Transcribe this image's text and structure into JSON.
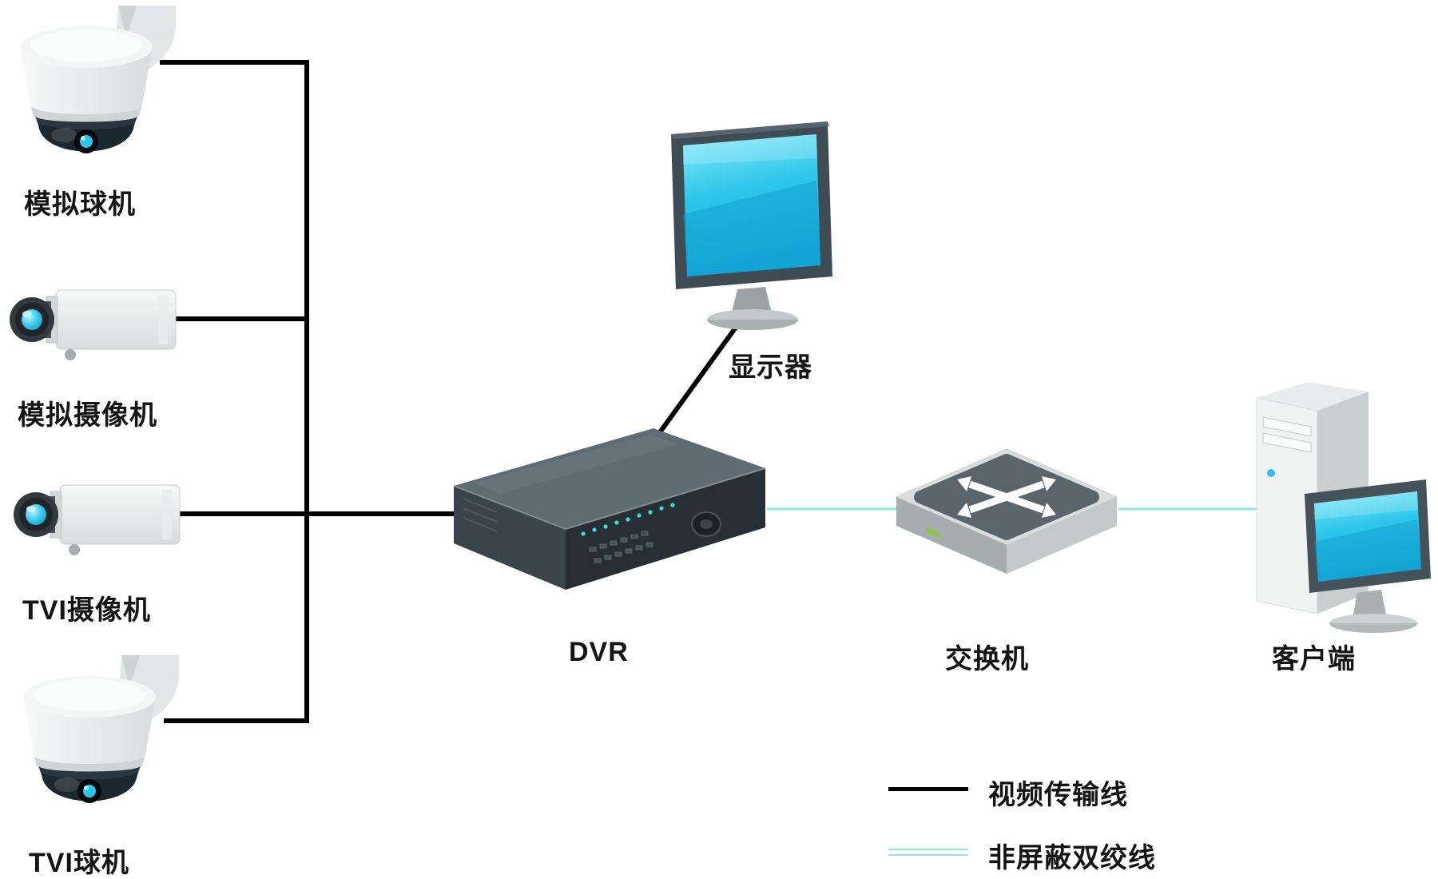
{
  "diagram": {
    "nodes": {
      "analog_dome": {
        "label": "模拟球机",
        "type": "dome-camera"
      },
      "analog_box": {
        "label": "模拟摄像机",
        "type": "box-camera"
      },
      "tvi_box": {
        "label": "TVI摄像机",
        "type": "box-camera"
      },
      "tvi_dome": {
        "label": "TVI球机",
        "type": "dome-camera"
      },
      "monitor": {
        "label": "显示器",
        "type": "monitor"
      },
      "dvr": {
        "label": "DVR",
        "type": "dvr"
      },
      "switch": {
        "label": "交换机",
        "type": "network-switch"
      },
      "client": {
        "label": "客户端",
        "type": "pc"
      }
    },
    "edges": [
      {
        "from": "analog_dome",
        "to": "dvr",
        "line": "video"
      },
      {
        "from": "analog_box",
        "to": "dvr",
        "line": "video"
      },
      {
        "from": "tvi_box",
        "to": "dvr",
        "line": "video"
      },
      {
        "from": "tvi_dome",
        "to": "dvr",
        "line": "video"
      },
      {
        "from": "dvr",
        "to": "monitor",
        "line": "video"
      },
      {
        "from": "dvr",
        "to": "switch",
        "line": "utp"
      },
      {
        "from": "switch",
        "to": "client",
        "line": "utp"
      }
    ],
    "legend": [
      {
        "key": "video",
        "label": "视频传输线",
        "color": "#000000",
        "style": "solid-thick"
      },
      {
        "key": "utp",
        "label": "非屏蔽双绞线",
        "color": "#8fe8df",
        "style": "double-thin"
      }
    ],
    "colors": {
      "video_line": "#000000",
      "utp_line": "#8fe8df",
      "screen_cyan": "#2ec6ea",
      "background": "#ffffff"
    }
  }
}
